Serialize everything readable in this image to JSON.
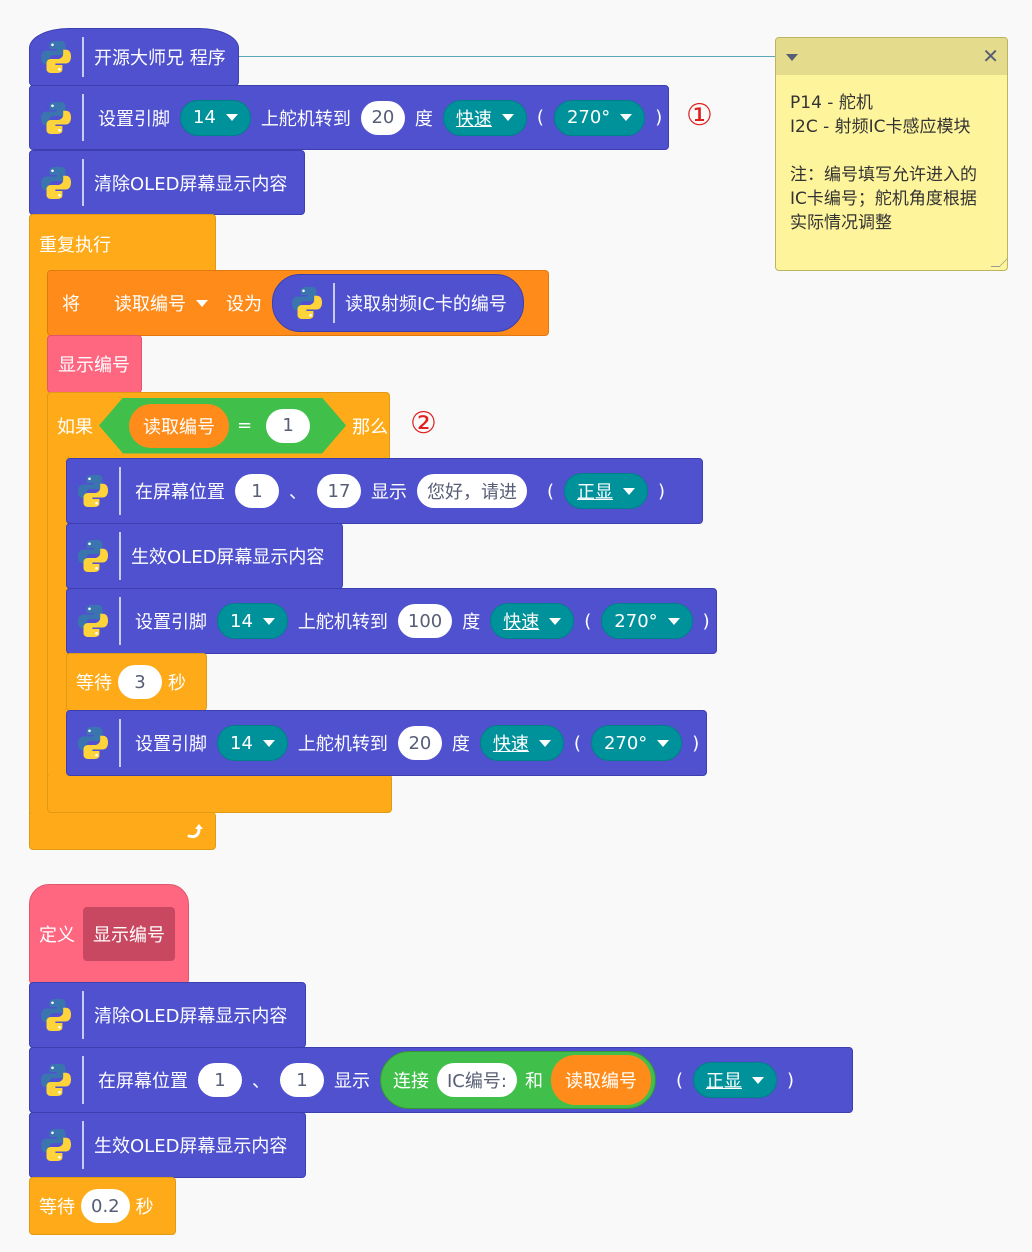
{
  "annotations": [
    "①",
    "②"
  ],
  "comment": {
    "lines": [
      "P14 - 舵机",
      "I2C - 射频IC卡感应模块",
      "",
      "注：编号填写允许进入的",
      "IC卡编号；舵机角度根据",
      "实际情况调整"
    ],
    "collapse_icon": "chevron-down-icon",
    "close_icon": "close-icon"
  },
  "main_script": {
    "hat": {
      "label": "开源大师兄 程序"
    },
    "set_servo_1": {
      "prefix": "设置引脚",
      "pin": "14",
      "mid": "上舵机转到",
      "angle": "20",
      "unit": "度",
      "speed": "快速",
      "lparen": "(",
      "range": "270°",
      "rparen": ")"
    },
    "clear_oled": {
      "label": "清除OLED屏幕显示内容"
    },
    "forever": {
      "label": "重复执行"
    },
    "set_var": {
      "prefix": "将",
      "var": "读取编号",
      "mid": "设为",
      "reporter": "读取射频IC卡的编号"
    },
    "call_show": {
      "label": "显示编号"
    },
    "if": {
      "prefix": "如果",
      "var": "读取编号",
      "op": "=",
      "value": "1",
      "suffix": "那么"
    },
    "show_text": {
      "prefix": "在屏幕位置",
      "x": "1",
      "sep": "、",
      "y": "17",
      "mid": "显示",
      "text": "您好，请进",
      "lparen": "(",
      "mode": "正显",
      "rparen": ")"
    },
    "refresh_oled": {
      "label": "生效OLED屏幕显示内容"
    },
    "set_servo_2": {
      "prefix": "设置引脚",
      "pin": "14",
      "mid": "上舵机转到",
      "angle": "100",
      "unit": "度",
      "speed": "快速",
      "lparen": "(",
      "range": "270°",
      "rparen": ")"
    },
    "wait": {
      "prefix": "等待",
      "value": "3",
      "unit": "秒"
    },
    "set_servo_3": {
      "prefix": "设置引脚",
      "pin": "14",
      "mid": "上舵机转到",
      "angle": "20",
      "unit": "度",
      "speed": "快速",
      "lparen": "(",
      "range": "270°",
      "rparen": ")"
    }
  },
  "define_script": {
    "define": {
      "prefix": "定义",
      "name": "显示编号"
    },
    "clear_oled": {
      "label": "清除OLED屏幕显示内容"
    },
    "show_text": {
      "prefix": "在屏幕位置",
      "x": "1",
      "sep": "、",
      "y": "1",
      "mid": "显示",
      "join": "连接",
      "text": "IC编号:",
      "and": "和",
      "var": "读取编号",
      "lparen": "(",
      "mode": "正显",
      "rparen": ")"
    },
    "refresh_oled": {
      "label": "生效OLED屏幕显示内容"
    },
    "wait": {
      "prefix": "等待",
      "value": "0.2",
      "unit": "秒"
    }
  }
}
